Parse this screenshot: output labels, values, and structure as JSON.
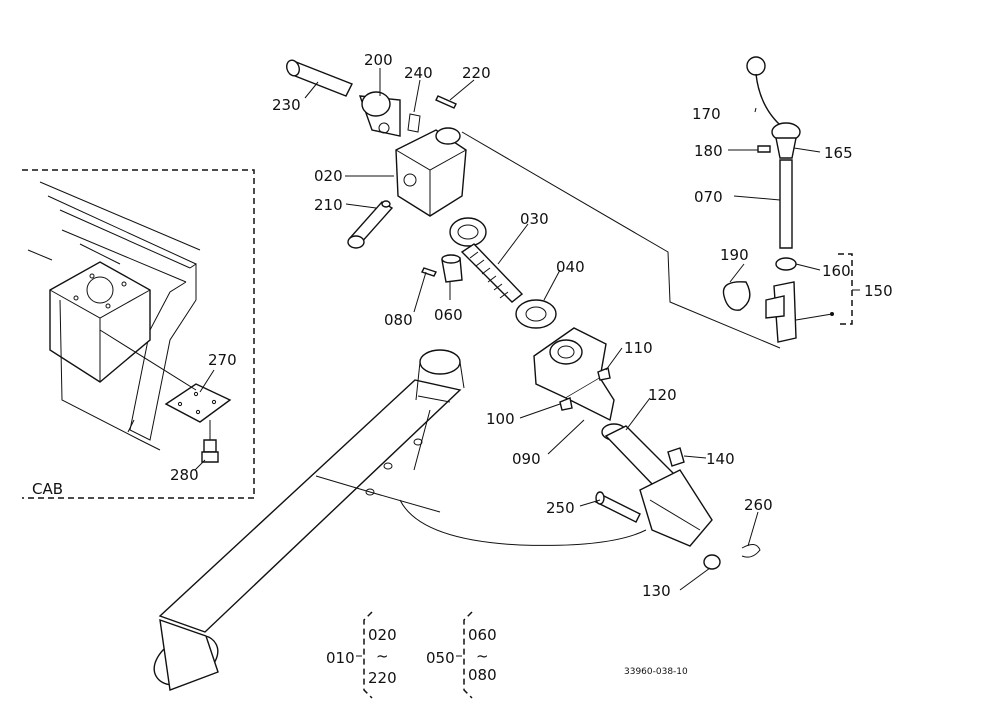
{
  "diagram": {
    "inset_label": "CAB",
    "drawing_number": "33960-038-10",
    "parts": {
      "p230": "230",
      "p200": "200",
      "p240": "240",
      "p220": "220",
      "p020": "020",
      "p210": "210",
      "p030": "030",
      "p040": "040",
      "p080": "080",
      "p060": "060",
      "p110": "110",
      "p100": "100",
      "p090": "090",
      "p120": "120",
      "p140": "140",
      "p250": "250",
      "p260": "260",
      "p130": "130",
      "p170": "170",
      "p180": "180",
      "p165": "165",
      "p070": "070",
      "p190": "190",
      "p160": "160",
      "p150": "150",
      "p270": "270",
      "p280": "280"
    },
    "assemblies": [
      {
        "id": "010",
        "from": "020",
        "sep": "~",
        "to": "220"
      },
      {
        "id": "050",
        "from": "060",
        "sep": "~",
        "to": "080"
      }
    ]
  }
}
